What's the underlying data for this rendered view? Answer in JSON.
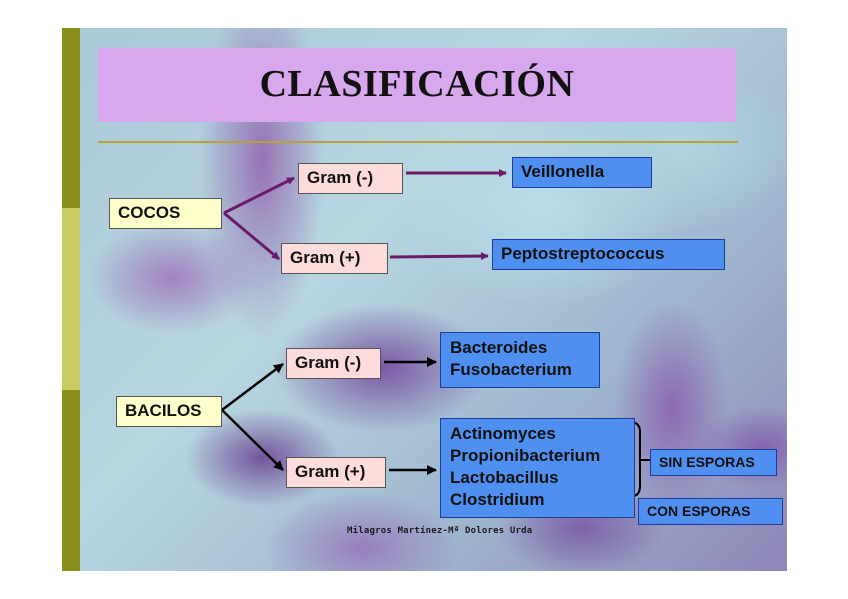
{
  "title": "CLASIFICACIÓN",
  "nodes": {
    "cocos": "COCOS",
    "bacilos": "BACILOS",
    "cocos_gram_neg": "Gram (-)",
    "cocos_gram_pos": "Gram (+)",
    "bacilos_gram_neg": "Gram (-)",
    "bacilos_gram_pos": "Gram (+)",
    "veillonella": "Veillonella",
    "peptostreptococcus": "Peptostreptococcus",
    "bacteroides": "Bacteroides",
    "fusobacterium": "Fusobacterium",
    "actinomyces": "Actinomyces",
    "propionibacterium": "Propionibacterium",
    "lactobacillus": "Lactobacillus",
    "clostridium": "Clostridium",
    "sin_esporas": "SIN ESPORAS",
    "con_esporas": "CON ESPORAS"
  },
  "credit": "Milagros Martínez-Mª Dolores Urda",
  "colors": {
    "title_bg": "#d8a8ee",
    "blue_box": "#4f8ff0",
    "cream_box": "#ffffcc",
    "pink_box": "#ffdcdc",
    "purple_arrow": "#6a1a6a",
    "black_arrow": "#000000",
    "side_bar_dark": "#8a8f1a",
    "side_bar_light": "#c8cc62"
  }
}
